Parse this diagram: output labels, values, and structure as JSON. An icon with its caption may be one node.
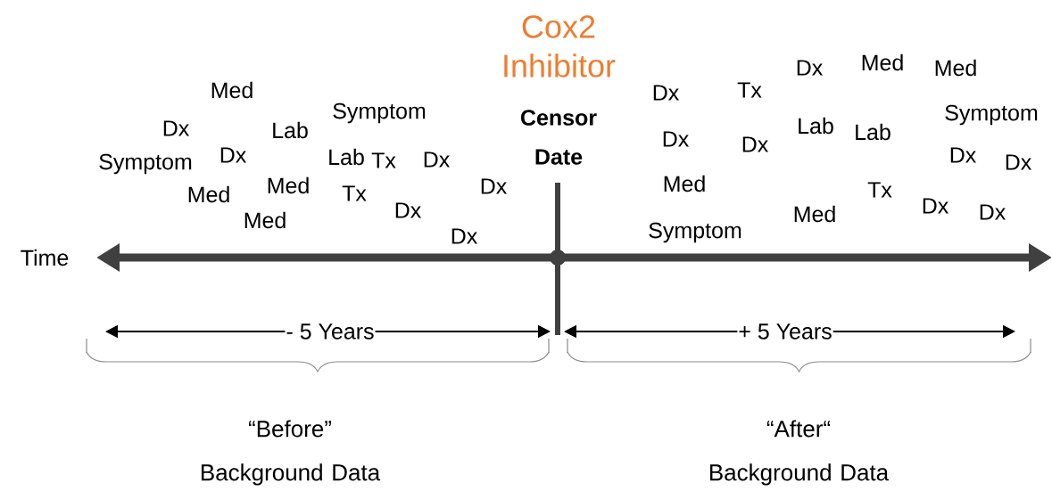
{
  "diagram": {
    "labels": [
      "Cox2 Inhibitor",
      "Med",
      "Dx",
      "Med",
      "Tx",
      "Med",
      "Dx",
      "Symptom",
      "Symptom",
      "Censor Date",
      "Lab",
      "Dx",
      "Lab",
      "Lab",
      "Dx",
      "Dx",
      "Dx",
      "Dx",
      "Lab",
      "Dx",
      "Tx",
      "Dx",
      "Symptom",
      "Med",
      "Med",
      "Dx",
      "Tx",
      "Tx",
      "Med",
      "Dx",
      "Dx",
      "Dx",
      "Med",
      "Med",
      "Symptom",
      "Dx",
      "Time",
      "- 5 Years",
      "+ 5 Years",
      "“Before” Background Data",
      "“After“ Background Data"
    ]
  }
}
